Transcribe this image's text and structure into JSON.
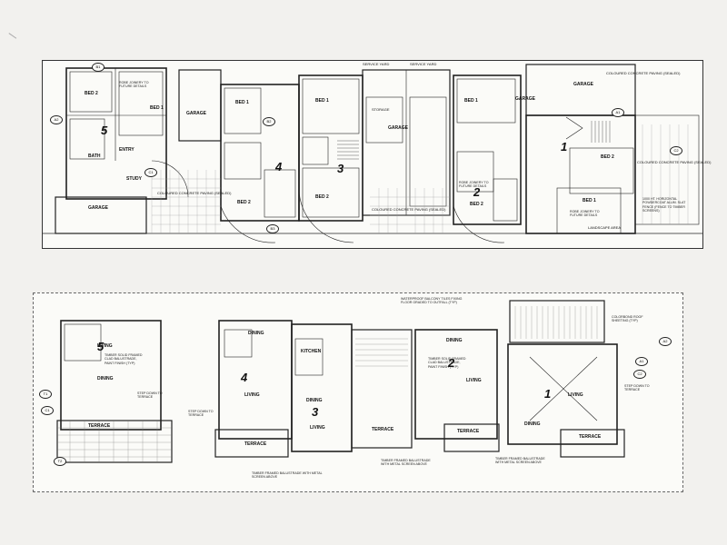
{
  "upper_plan": {
    "units": [
      "5",
      "4",
      "3",
      "2",
      "1"
    ],
    "rooms": {
      "bed2_u5": "BED 2",
      "bed1_u5": "BED 1",
      "bath_u5": "BATH",
      "entry_u5": "ENTRY",
      "study_u5": "STUDY",
      "garage_u5": "GARAGE",
      "garage_u4": "GARAGE",
      "bed1_u4": "BED 1",
      "bed2_u4": "BED 2",
      "bed1_u3": "BED 1",
      "bed2_u3": "BED 2",
      "garage_u3": "GARAGE",
      "bed1_u2": "BED 1",
      "bed2_u2": "BED 2",
      "garage_u2": "GARAGE",
      "bed2_u1": "BED 2",
      "bed1_u1": "BED 1",
      "garage_u1": "GARAGE",
      "service_yard_left": "SERVICE YARD",
      "service_yard_right": "SERVICE YARD",
      "storage": "STORAGE",
      "landscape": "LANDSCAPE AREA",
      "coloured_concrete_top": "COLOURED CONCRETE PAVING (SEALED)",
      "coloured_concrete_left": "COLOURED CONCRETE PAVING (SEALED)",
      "coloured_concrete_mid": "COLOURED CONCRETE PAVING (SEALED)",
      "coloured_concrete_right": "COLOURED CONCRETE PAVING (SEALED)"
    },
    "notes": {
      "joinery_u5": "ROBE JOINERY TO FUTURE DETAILS",
      "joinery_u2": "ROBE JOINERY TO FUTURE DETAILS",
      "joinery_u1": "ROBE JOINERY TO FUTURE DETAILS",
      "fence": "1000 HT. HORIZONTAL POWDERCOAT ALUM. SLAT FENCE (FENCE TO TIMBER SCREENS)"
    },
    "tags": [
      "B1",
      "B2",
      "B3",
      "C1",
      "C2",
      "A1",
      "A2"
    ]
  },
  "lower_plan": {
    "units": [
      "5",
      "4",
      "3",
      "2",
      "1"
    ],
    "rooms": {
      "living_u5": "LIVING",
      "dining_u5": "DINING",
      "terrace_u5": "TERRACE",
      "dining_u4": "DINING",
      "living_u4": "LIVING",
      "terrace_u4": "TERRACE",
      "kitchen_u3": "KITCHEN",
      "dining_u3": "DINING",
      "living_u3": "LIVING",
      "terrace_mid": "TERRACE",
      "dining_u2": "DINING",
      "living_u2": "LIVING",
      "terrace_u2": "TERRACE",
      "living_u1": "LIVING",
      "dining_u1": "DINING",
      "terrace_u1": "TERRACE"
    },
    "notes": {
      "balustrade_u5": "TIMBER SOLID FRAMED CLAD BALUSTRADE, PAINT FINISH (TYP)",
      "balustrade_u2": "TIMBER SOLID FRAMED CLAD BALUSTRADE, PAINT FINISH (TYP)",
      "step_u5": "STEP DOWN TO TERRACE",
      "step_u4": "STEP DOWN TO TERRACE",
      "step_u1": "STEP DOWN TO TERRACE",
      "waterproof": "WATERPROOF BALCONY TILES FIXING FLOOR GRADED TO OUTFALL (TYP)",
      "roof": "COLORBOND ROOF SHEETING (TYP)",
      "timber_frame_u4": "TIMBER FRAMED BALUSTRADE WITH METAL SCREEN ABOVE",
      "timber_frame_u2": "TIMBER FRAMED BALUSTRADE WITH METAL SCREEN ABOVE",
      "timber_frame_u1": "TIMBER FRAMED BALUSTRADE WITH METAL SCREEN ABOVE"
    },
    "tags": [
      "T1",
      "T2",
      "C1",
      "C2",
      "A1",
      "A2"
    ]
  }
}
